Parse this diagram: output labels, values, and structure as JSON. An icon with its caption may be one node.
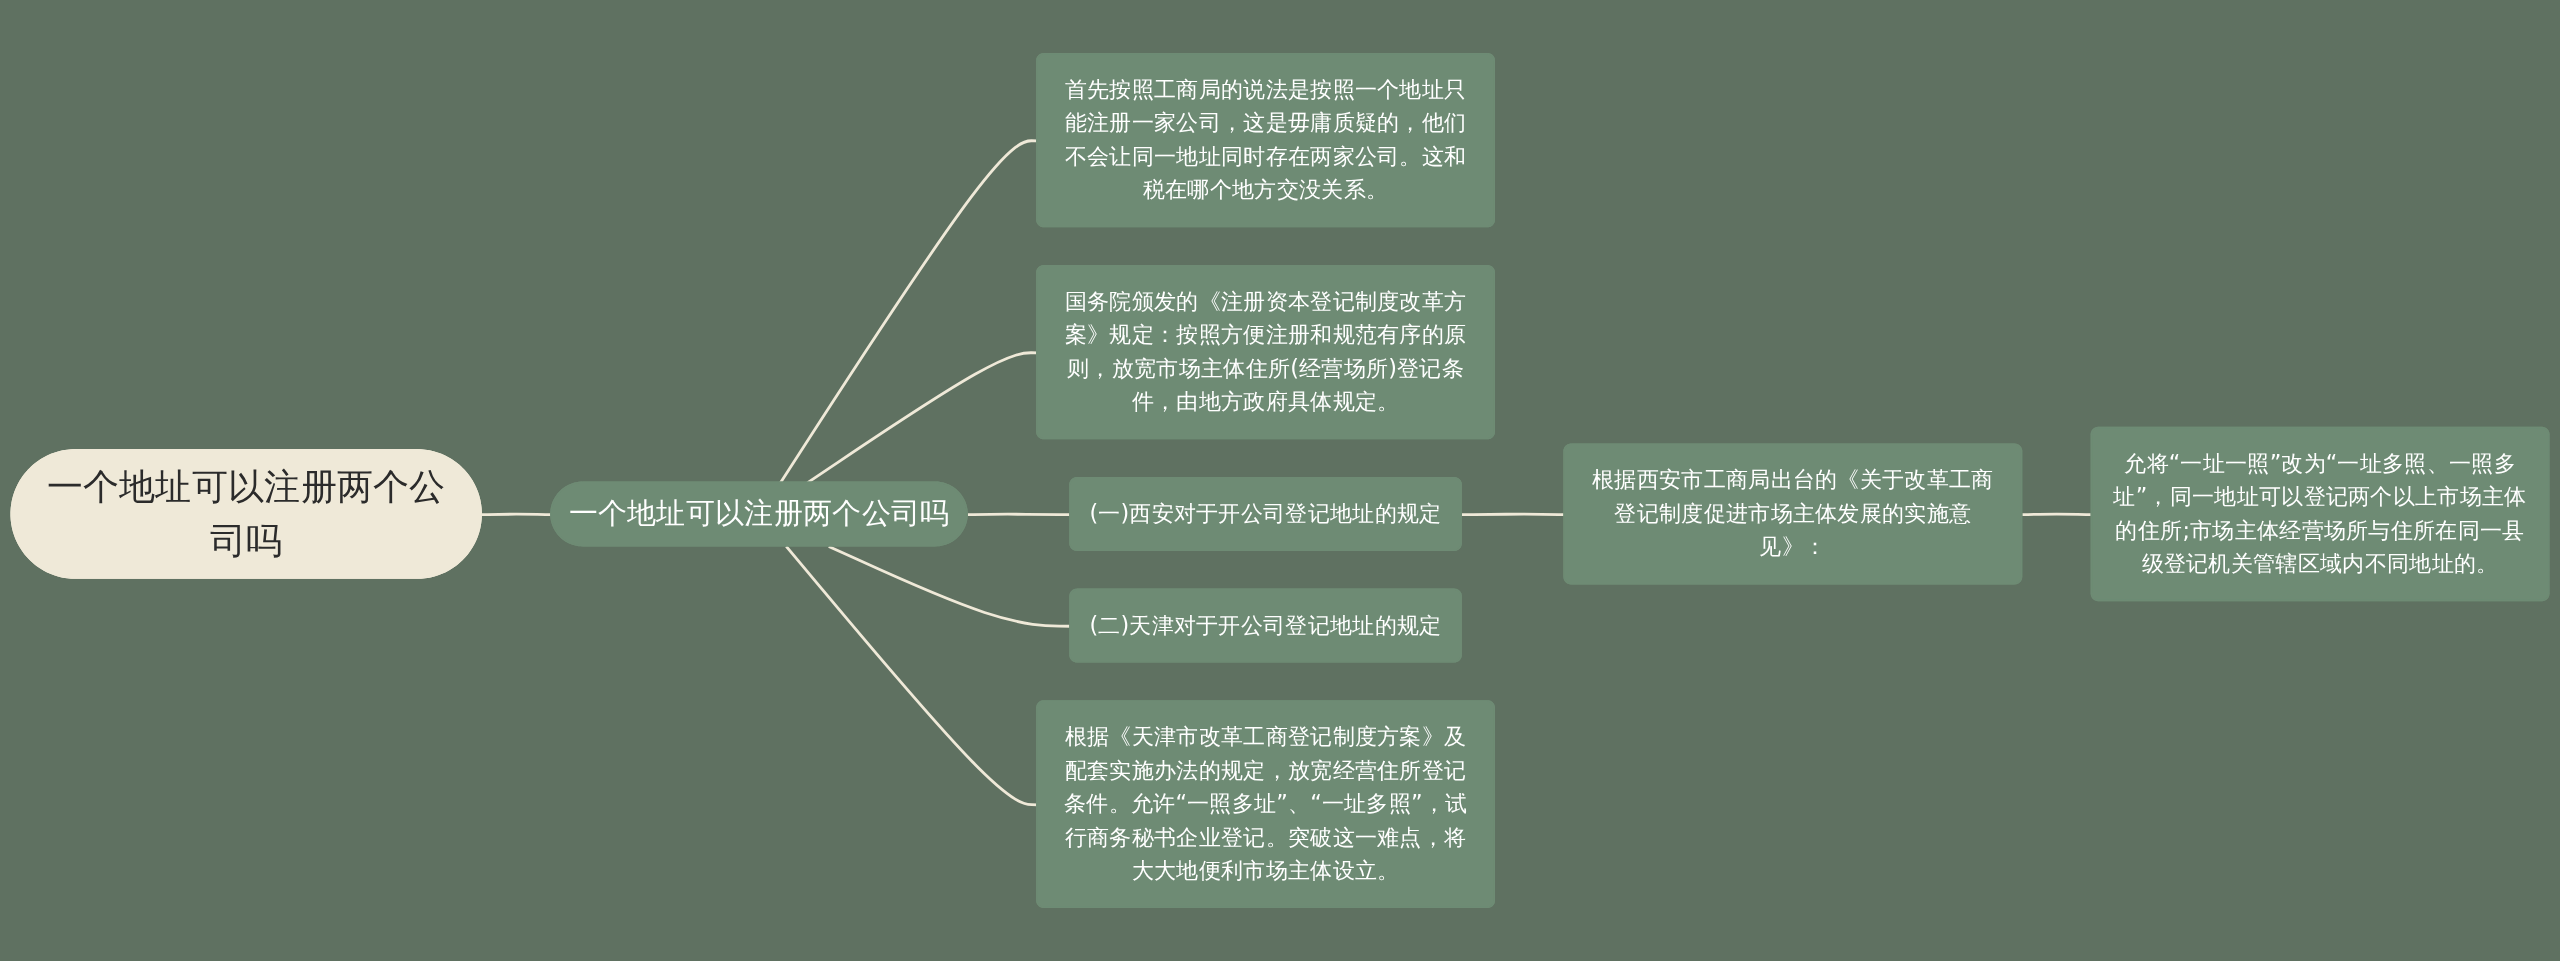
{
  "diagram": {
    "nodes": [
      {
        "text": [
          "一个地址可以注册两个公司吗"
        ]
      },
      {
        "text": [
          "一个地址可以注册两个公司吗"
        ]
      },
      {
        "text": [
          "首先按照工商局的说法是按照一个地址只能注册一家公司，这是毋庸质疑的，他们不会让同一地址同时存在两家公司。这和税在哪个地方交没关系。"
        ]
      },
      {
        "text": [
          "国务院颁发的《注册资本登记制度改革方案》规定：按照方便注册和规范有序的原则，放宽市场主体住所(经营场所)登记条件，由地方政府具体规定。"
        ]
      },
      {
        "text": [
          "(一)西安对于开公司登记地址的规定"
        ]
      },
      {
        "text": [
          "根据西安市工商局出台的《关于改革工商登记制度促进市场主体发展的实施意见》："
        ]
      },
      {
        "text": [
          "允将“一址一照”改为“一址多照、一照多址”，同一地址可以登记两个以上市场主体的住所;市场主体经营场所与住所在同一县级登记机关管辖区域内不同地址的。"
        ]
      },
      {
        "text": [
          "(二)天津对于开公司登记地址的规定"
        ]
      },
      {
        "text": [
          "根据《天津市改革工商登记制度方案》及配套实施办法的规定，放宽经营住所登记条件。允许“一照多址”、“一址多照”，试行商务秘书企业登记。突破这一难点，将大大地便利市场主体设立。"
        ]
      }
    ],
    "edges": [
      {
        "from": 0,
        "to": 1,
        "arrow": "none"
      },
      {
        "from": 1,
        "to": 2,
        "arrow": "none"
      },
      {
        "from": 1,
        "to": 3,
        "arrow": "none"
      },
      {
        "from": 1,
        "to": 4,
        "arrow": "none"
      },
      {
        "from": 1,
        "to": 7,
        "arrow": "none"
      },
      {
        "from": 1,
        "to": 8,
        "arrow": "none"
      },
      {
        "from": 4,
        "to": 5,
        "arrow": "none"
      },
      {
        "from": 5,
        "to": 6,
        "arrow": "none"
      }
    ]
  }
}
